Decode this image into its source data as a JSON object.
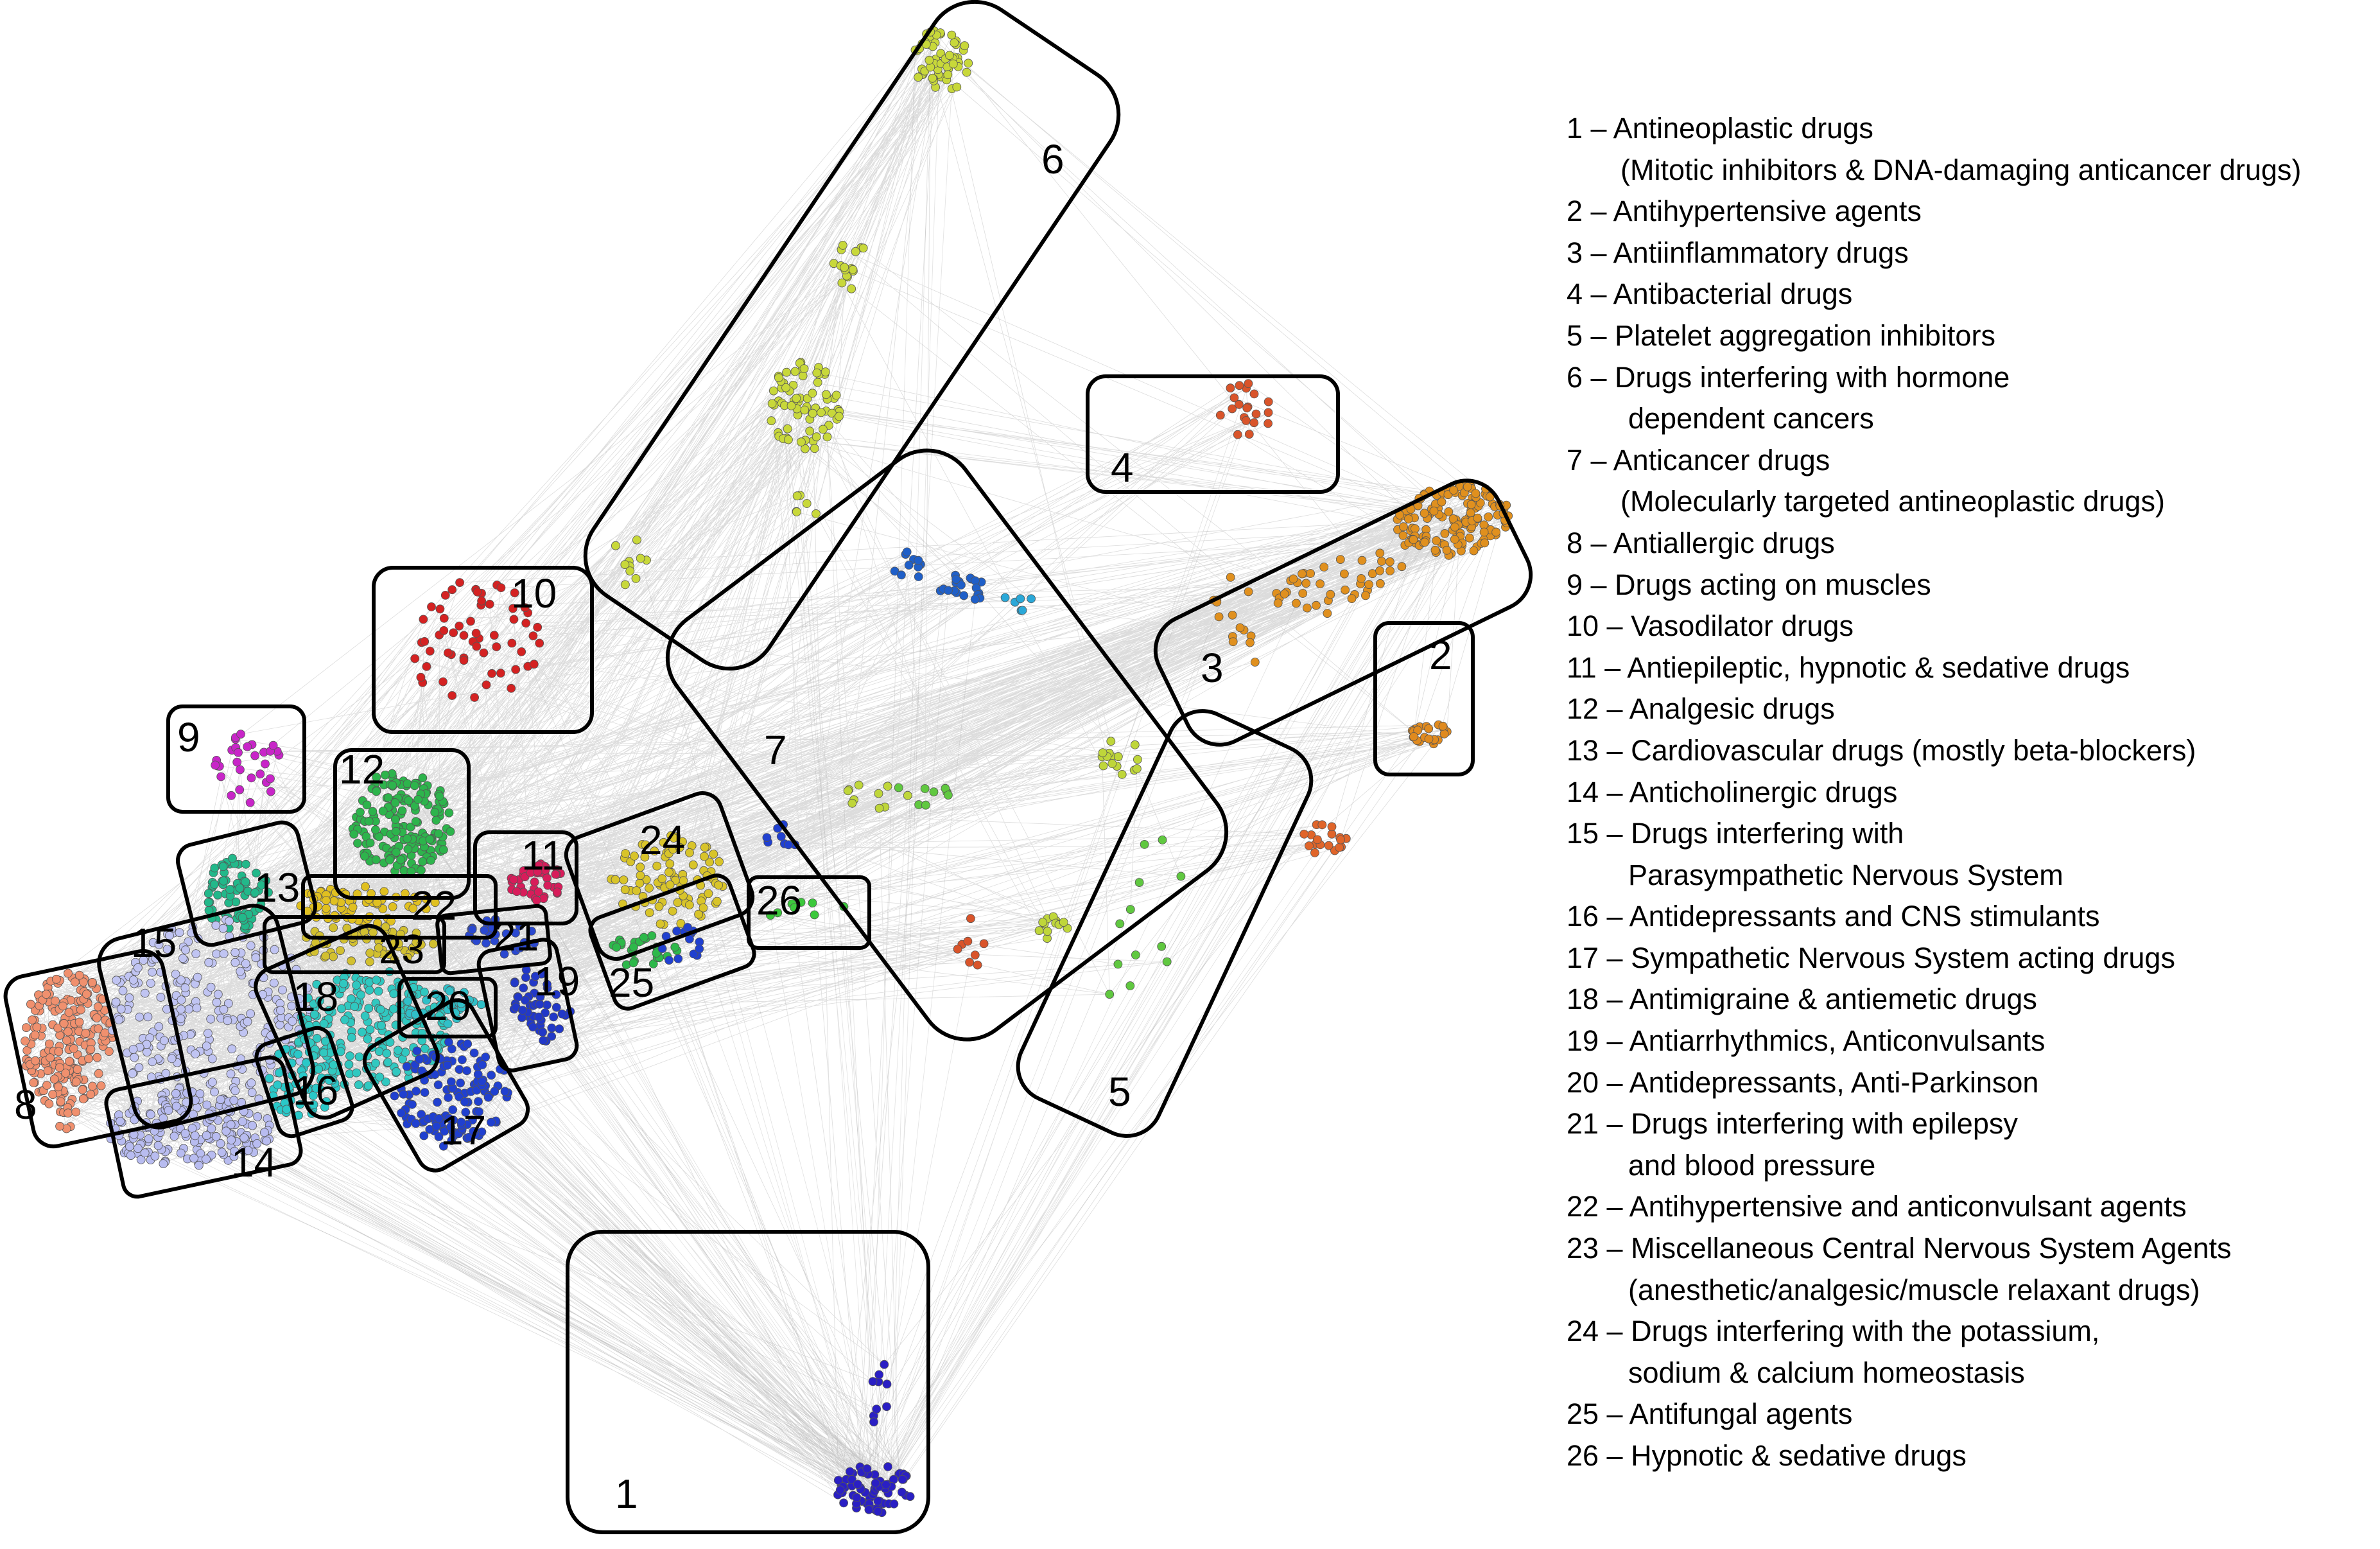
{
  "colors": {
    "edge": "#9a9a9a",
    "box": "#000000",
    "clusters": {
      "1": "#2a1fc4",
      "2": "#e08a1e",
      "3": "#e0901e",
      "4": "#d9542a",
      "5": "#e0652a",
      "6": "#c8d83a",
      "7": "#bfd63a",
      "8": "#f0906e",
      "9": "#c825c8",
      "10": "#d42222",
      "11": "#d81c5a",
      "12": "#2db44c",
      "13": "#22b88a",
      "14": "#b8bcf0",
      "15": "#c0c4f2",
      "16": "#2ac8c8",
      "17": "#2040d0",
      "18": "#30c8c0",
      "19": "#2238c8",
      "20": "#30c0c8",
      "21": "#2a48d0",
      "22": "#e0c020",
      "23": "#d2c030",
      "24": "#d8c42a",
      "25": "#2db84a",
      "26": "#3cc83c",
      "7_blue": "#1f5fc8",
      "7_green": "#60c840",
      "7_cyan": "#2aa8d8"
    }
  },
  "boxes": [
    {
      "id": "1",
      "label": "1"
    },
    {
      "id": "2",
      "label": "2"
    },
    {
      "id": "3",
      "label": "3"
    },
    {
      "id": "4",
      "label": "4"
    },
    {
      "id": "5",
      "label": "5"
    },
    {
      "id": "6",
      "label": "6"
    },
    {
      "id": "7",
      "label": "7"
    },
    {
      "id": "8",
      "label": "8"
    },
    {
      "id": "9",
      "label": "9"
    },
    {
      "id": "10",
      "label": "10"
    },
    {
      "id": "11",
      "label": "11"
    },
    {
      "id": "12",
      "label": "12"
    },
    {
      "id": "13",
      "label": "13"
    },
    {
      "id": "14",
      "label": "14"
    },
    {
      "id": "15",
      "label": "15"
    },
    {
      "id": "16",
      "label": "16"
    },
    {
      "id": "17",
      "label": "17"
    },
    {
      "id": "18",
      "label": "18"
    },
    {
      "id": "19",
      "label": "19"
    },
    {
      "id": "20",
      "label": "20"
    },
    {
      "id": "21",
      "label": "21"
    },
    {
      "id": "22",
      "label": "22"
    },
    {
      "id": "23",
      "label": "23"
    },
    {
      "id": "24",
      "label": "24"
    },
    {
      "id": "25",
      "label": "25"
    },
    {
      "id": "26",
      "label": "26"
    }
  ],
  "legend": [
    {
      "id": "1",
      "lines": [
        "1 – Antineoplastic drugs",
        "(Mitotic inhibitors & DNA-damaging anticancer drugs)"
      ]
    },
    {
      "id": "2",
      "lines": [
        "2 – Antihypertensive agents"
      ]
    },
    {
      "id": "3",
      "lines": [
        "3 – Antiinflammatory drugs"
      ]
    },
    {
      "id": "4",
      "lines": [
        "4 – Antibacterial drugs"
      ]
    },
    {
      "id": "5",
      "lines": [
        "5 – Platelet aggregation inhibitors"
      ]
    },
    {
      "id": "6",
      "lines": [
        "6 – Drugs interfering with hormone",
        "dependent cancers"
      ]
    },
    {
      "id": "7",
      "lines": [
        "7 – Anticancer drugs",
        "(Molecularly targeted antineoplastic drugs)"
      ]
    },
    {
      "id": "8",
      "lines": [
        "8 – Antiallergic drugs"
      ]
    },
    {
      "id": "9",
      "lines": [
        "9 – Drugs acting on muscles"
      ]
    },
    {
      "id": "10",
      "lines": [
        "10 – Vasodilator drugs"
      ]
    },
    {
      "id": "11",
      "lines": [
        "11 – Antiepileptic, hypnotic & sedative drugs"
      ]
    },
    {
      "id": "12",
      "lines": [
        "12 – Analgesic drugs"
      ]
    },
    {
      "id": "13",
      "lines": [
        "13 – Cardiovascular drugs (mostly beta-blockers)"
      ]
    },
    {
      "id": "14",
      "lines": [
        "14 – Anticholinergic drugs"
      ]
    },
    {
      "id": "15",
      "lines": [
        "15 – Drugs interfering with",
        "Parasympathetic Nervous System"
      ]
    },
    {
      "id": "16",
      "lines": [
        "16 – Antidepressants and CNS stimulants"
      ]
    },
    {
      "id": "17",
      "lines": [
        "17 – Sympathetic Nervous System acting drugs"
      ]
    },
    {
      "id": "18",
      "lines": [
        "18 – Antimigraine & antiemetic drugs"
      ]
    },
    {
      "id": "19",
      "lines": [
        "19 – Antiarrhythmics, Anticonvulsants"
      ]
    },
    {
      "id": "20",
      "lines": [
        "20 –  Antidepressants, Anti-Parkinson"
      ]
    },
    {
      "id": "21",
      "lines": [
        "21 – Drugs interfering with epilepsy",
        "and blood pressure"
      ]
    },
    {
      "id": "22",
      "lines": [
        "22 – Antihypertensive and anticonvulsant agents"
      ]
    },
    {
      "id": "23",
      "lines": [
        "23 – Miscellaneous Central Nervous System Agents",
        "(anesthetic/analgesic/muscle relaxant drugs)"
      ]
    },
    {
      "id": "24",
      "lines": [
        "24 – Drugs interfering with the potassium,",
        "sodium & calcium homeostasis"
      ]
    },
    {
      "id": "25",
      "lines": [
        "25 – Antifungal agents"
      ]
    },
    {
      "id": "26",
      "lines": [
        "26 – Hypnotic & sedative drugs"
      ]
    }
  ]
}
